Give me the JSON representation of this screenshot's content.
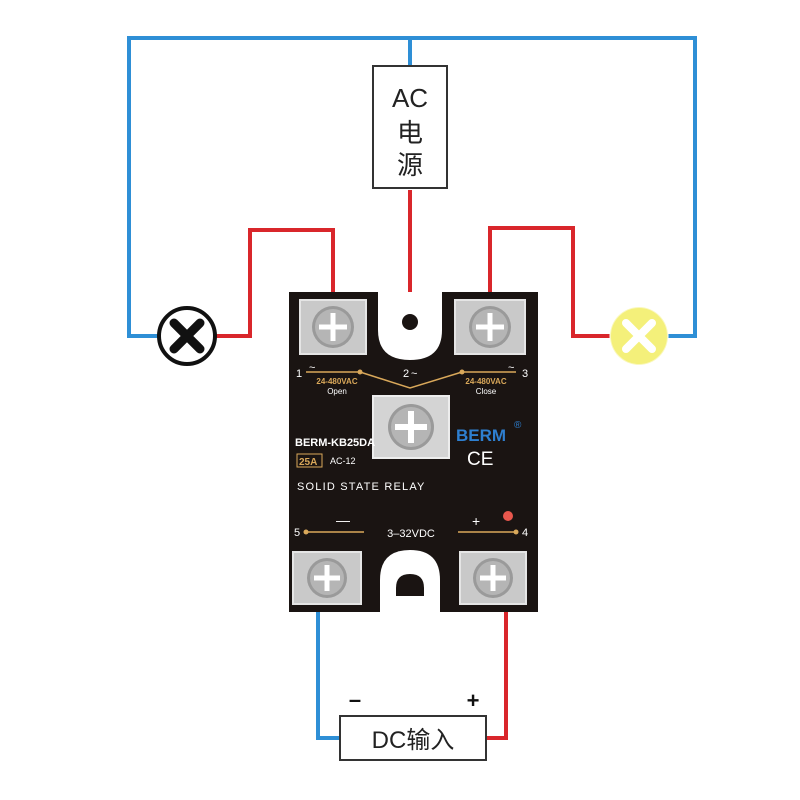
{
  "source": {
    "ac_label": "AC",
    "char1": "电",
    "char2": "源"
  },
  "dc_input": {
    "label": "DC输入",
    "minus": "–",
    "plus": "+"
  },
  "relay": {
    "brand": "BERM",
    "registered": "®",
    "ce_mark": "CE",
    "model": "BERM-KB25DA",
    "current_rating": "25A",
    "ac_class": "AC-12",
    "type_text": "SOLID STATE RELAY",
    "control_voltage": "3–32VDC",
    "term1": "1",
    "term2": "2",
    "term3": "3",
    "term4": "4",
    "term5": "5",
    "term1_tilde": "~",
    "term2_tilde": "~",
    "term3_tilde": "~",
    "open_range": "24-480VAC",
    "open_label": "Open",
    "close_range": "24-480VAC",
    "close_label": "Close",
    "minus_mark": "—",
    "plus_mark": "+"
  },
  "colors": {
    "blue_wire": "#2e8fd6",
    "red_wire": "#d9262b",
    "relay_body": "#1a1412",
    "gold_text": "#d9a85a",
    "lamp_off": "#111111",
    "lamp_on": "#f4f07a",
    "indicator": "#e8574d"
  },
  "icons": [
    "lamp-off-icon",
    "lamp-on-icon",
    "screw-terminal-icon"
  ]
}
